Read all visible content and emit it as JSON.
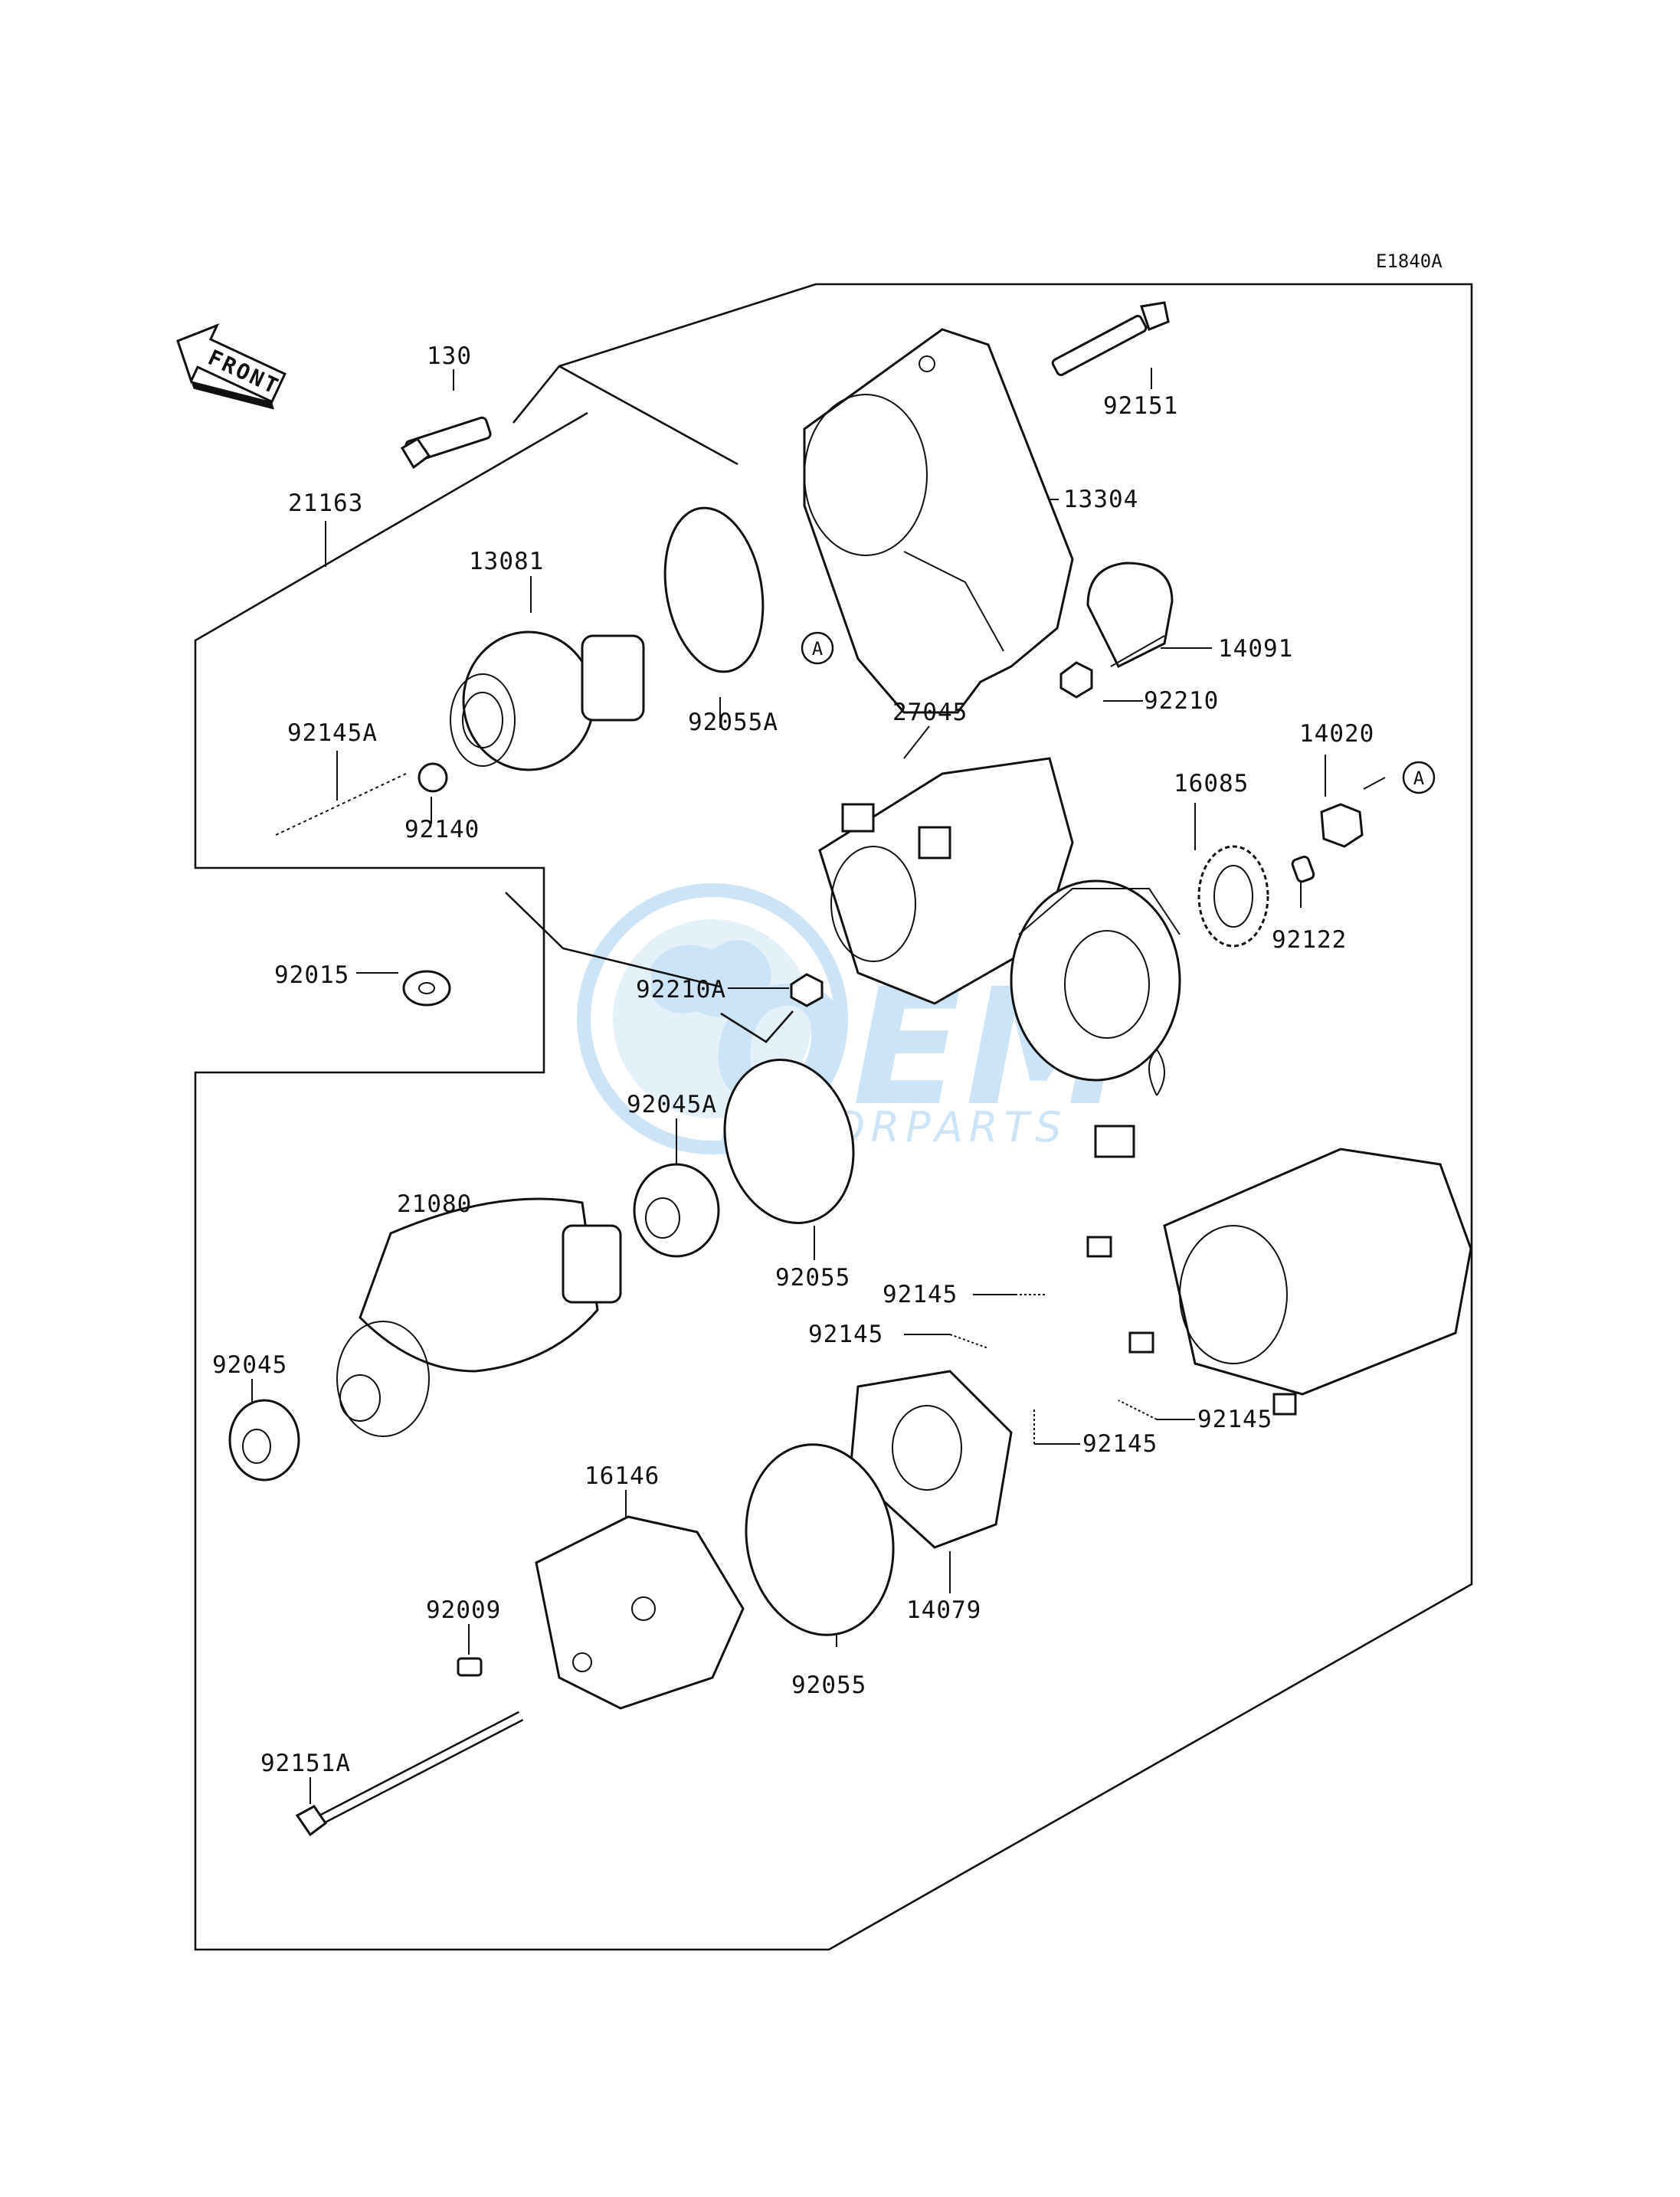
{
  "diagram_code": "E1840A",
  "front_label": "FRONT",
  "ref_marker": "A",
  "watermark": {
    "line1": "OEM",
    "line2": "MOTORPARTS",
    "color": "#bcdcf2"
  },
  "parts": [
    {
      "id": "p130",
      "label": "130"
    },
    {
      "id": "p92151",
      "label": "92151"
    },
    {
      "id": "p21163",
      "label": "21163"
    },
    {
      "id": "p13304",
      "label": "13304"
    },
    {
      "id": "p13081",
      "label": "13081"
    },
    {
      "id": "p14091",
      "label": "14091"
    },
    {
      "id": "p92055A",
      "label": "92055A"
    },
    {
      "id": "p27045",
      "label": "27045"
    },
    {
      "id": "p92210",
      "label": "92210"
    },
    {
      "id": "p92145A",
      "label": "92145A"
    },
    {
      "id": "p14020",
      "label": "14020"
    },
    {
      "id": "p16085",
      "label": "16085"
    },
    {
      "id": "p92140",
      "label": "92140"
    },
    {
      "id": "p92122",
      "label": "92122"
    },
    {
      "id": "p92015",
      "label": "92015"
    },
    {
      "id": "p92210A",
      "label": "92210A"
    },
    {
      "id": "p92045A",
      "label": "92045A"
    },
    {
      "id": "p21080",
      "label": "21080"
    },
    {
      "id": "p92055a",
      "label": "92055"
    },
    {
      "id": "p92145a",
      "label": "92145"
    },
    {
      "id": "p92145b",
      "label": "92145"
    },
    {
      "id": "p92045",
      "label": "92045"
    },
    {
      "id": "p92145c",
      "label": "92145"
    },
    {
      "id": "p92145d",
      "label": "92145"
    },
    {
      "id": "p16146",
      "label": "16146"
    },
    {
      "id": "p92009",
      "label": "92009"
    },
    {
      "id": "p14079",
      "label": "14079"
    },
    {
      "id": "p92055b",
      "label": "92055"
    },
    {
      "id": "p92151A",
      "label": "92151A"
    }
  ]
}
